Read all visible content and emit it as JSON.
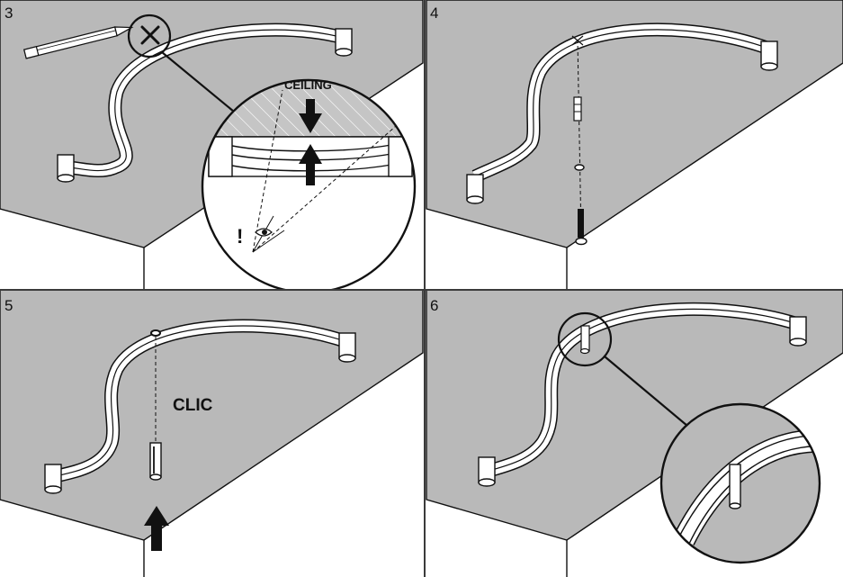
{
  "panels": [
    {
      "step": "3",
      "ceiling_label": "CEILING",
      "warning_mark": "!"
    },
    {
      "step": "4"
    },
    {
      "step": "5",
      "clic_label": "CLIC"
    },
    {
      "step": "6"
    }
  ],
  "icons": {
    "mark": "x-mark-icon",
    "eye": "eye-icon",
    "arrow": "arrow-icon",
    "screw": "screw-icon",
    "wall_plug": "wall-plug-icon",
    "washer": "washer-icon",
    "pin": "mounting-pin-icon",
    "pencil": "pencil-icon"
  },
  "colors": {
    "ceiling": "#b9b9b9",
    "wall": "#ffffff",
    "line": "#111111",
    "divider": "#3a3a3a"
  }
}
